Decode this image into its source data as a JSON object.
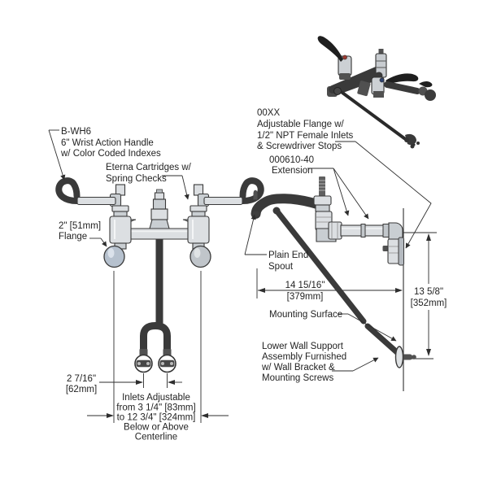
{
  "labels": {
    "bwh6": [
      "B-WH6",
      "6\" Wrist Action Handle",
      "w/ Color Coded Indexes"
    ],
    "eterna": [
      "Eterna Cartridges w/",
      "Spring Checks"
    ],
    "flange2": [
      "2\" [51mm]",
      "Flange"
    ],
    "adj_flange": [
      "00XX",
      "Adjustable Flange w/",
      "1/2\" NPT Female Inlets",
      "& Screwdriver Stops"
    ],
    "extension": [
      "000610-40",
      "Extension"
    ],
    "plain_end": [
      "Plain End",
      "Spout"
    ],
    "mounting_surface": "Mounting Surface",
    "lower_support": [
      "Lower Wall Support",
      "Assembly Furnished",
      "w/ Wall Bracket &",
      "Mounting Screws"
    ]
  },
  "dimensions": {
    "inlet_cc": [
      "2 7/16\"",
      "[62mm]"
    ],
    "inlets_adj": [
      "Inlets Adjustable",
      "from 3 1/4\"  [83mm]",
      "to 12 3/4\" [324mm]",
      "Below or Above",
      "Centerline"
    ],
    "reach": [
      "14 15/16\"",
      "[379mm]"
    ],
    "height": [
      "13 5/8\"",
      "[352mm]"
    ]
  },
  "colors": {
    "line": "#3a3a3a",
    "metal_light": "#dcdfe2",
    "pipe_dark": "#4b4b4b",
    "red_index": "#9c3a30",
    "blue_index": "#2e4270",
    "flange_ball": "#b6c1ce",
    "background": "#ffffff"
  }
}
